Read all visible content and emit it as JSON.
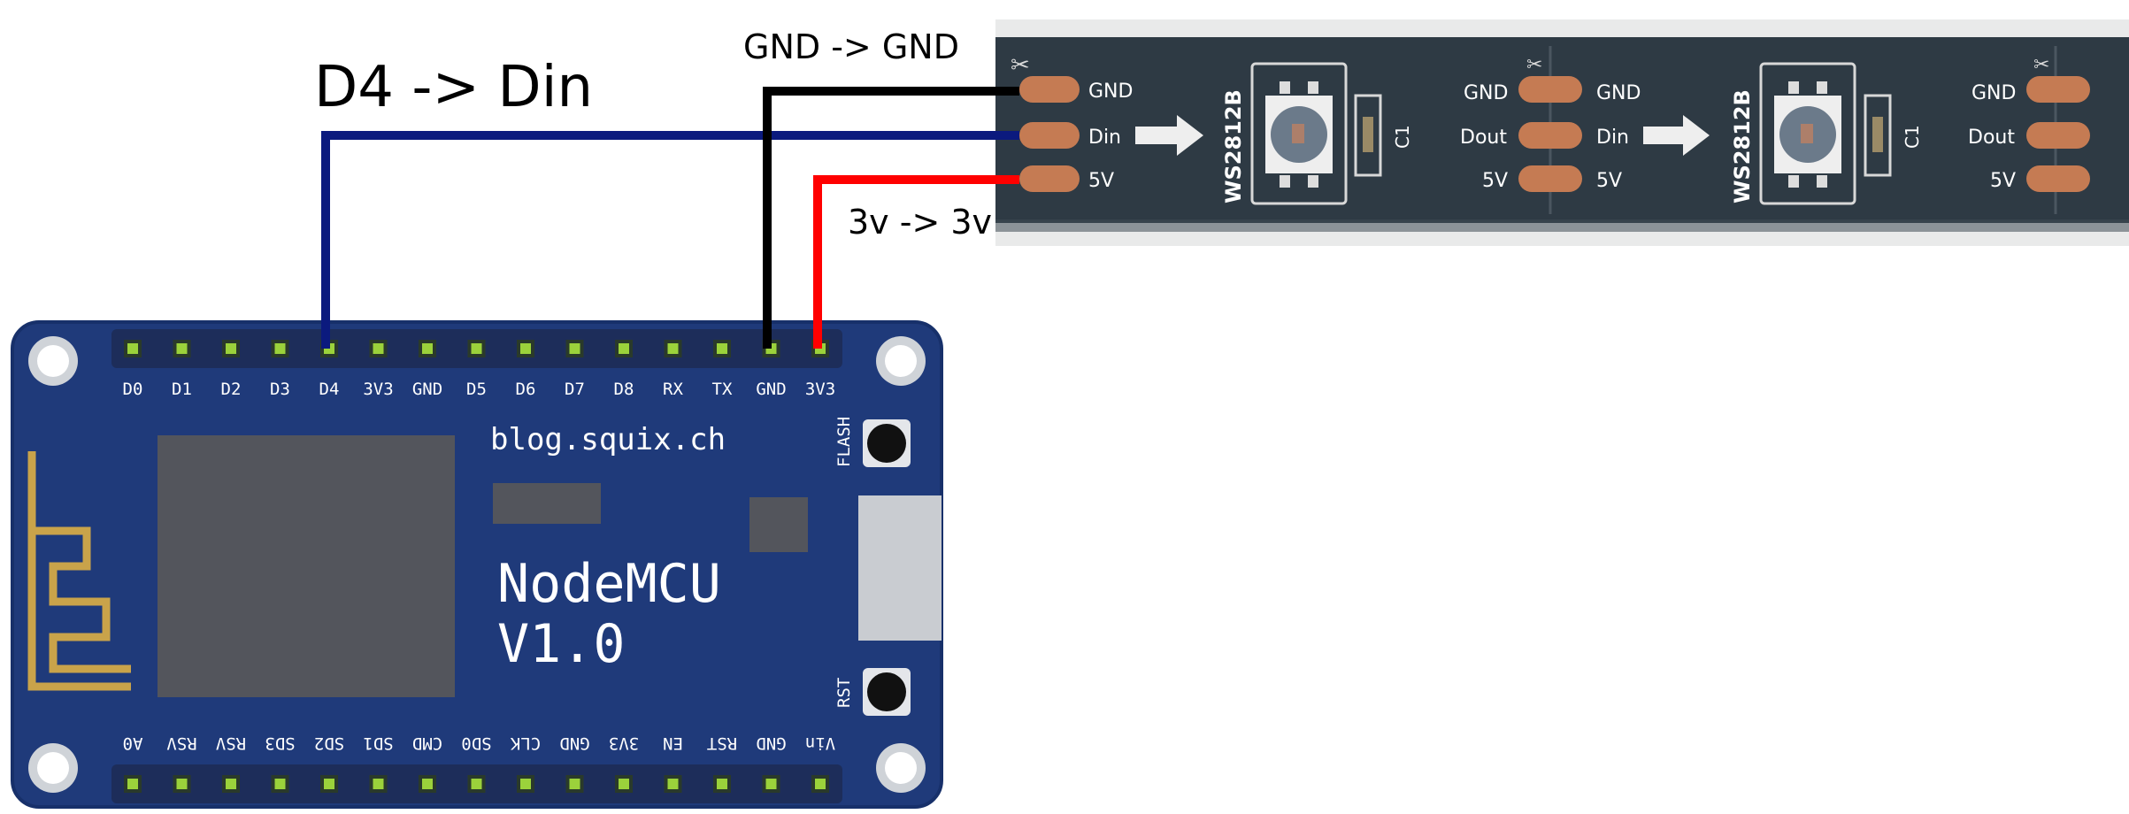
{
  "labels": {
    "d4_din": "D4 -> Din",
    "gnd_gnd": "GND -> GND",
    "v3_v3": "3v -> 3v"
  },
  "colors": {
    "board": "#1f3a7a",
    "board_edge": "#17306a",
    "strip": "#2e3a44",
    "pad": "#c57b53",
    "pin_light": "#9bd23b",
    "wire_din": "#0b1a7e",
    "wire_gnd": "#000000",
    "wire_3v": "#ff0000",
    "antenna": "#c9a34a"
  },
  "board": {
    "site": "blog.squix.ch",
    "name_line1": "NodeMCU",
    "name_line2": "V1.0",
    "flash_label": "FLASH",
    "rst_label": "RST",
    "top_pins": [
      "D0",
      "D1",
      "D2",
      "D3",
      "D4",
      "3V3",
      "GND",
      "D5",
      "D6",
      "D7",
      "D8",
      "RX",
      "TX",
      "GND",
      "3V3"
    ],
    "bottom_pins": [
      "A0",
      "RSV",
      "RSV",
      "SD3",
      "SD2",
      "SD1",
      "CMD",
      "SD0",
      "CLK",
      "GND",
      "3V3",
      "EN",
      "RST",
      "GND",
      "Vin"
    ]
  },
  "strip": {
    "chip": "WS2812B",
    "cap": "C1",
    "pads_in": [
      "GND",
      "Din",
      "5V"
    ],
    "pads_out": [
      "GND",
      "Dout",
      "5V"
    ]
  }
}
